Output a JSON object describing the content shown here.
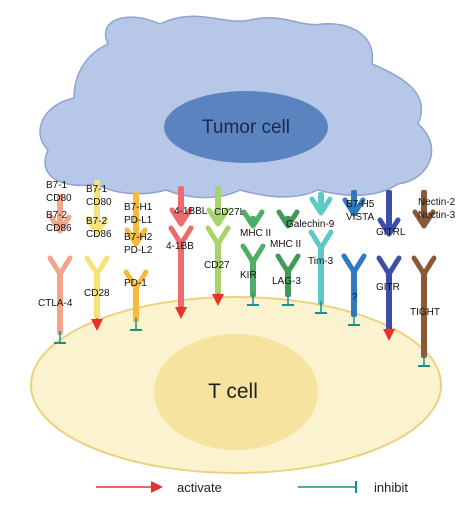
{
  "tumor_label": "Tumor cell",
  "tcell_label": "T cell",
  "legend": {
    "activate": "activate",
    "inhibit": "inhibit",
    "activate_color": "#e8322b",
    "inhibit_color": "#1a8f8a"
  },
  "colors": {
    "tumor_fill": "#b7c7e8",
    "tumor_stroke": "#8fa3cf",
    "nucleus_fill": "#5b83bf",
    "tcell_fill": "#fbf3cf",
    "tcell_stroke": "#ecd27c",
    "tnucleus_fill": "#f6e3a0"
  },
  "pairs": [
    {
      "id": "ctla4",
      "color": "#f2a58a",
      "ligand_labels": [
        "B7-1",
        "CD80",
        "B7-2",
        "CD86"
      ],
      "receptor_label": "CTLA-4",
      "signal": "inhibit"
    },
    {
      "id": "cd28",
      "color": "#f7e27a",
      "ligand_labels": [
        "B7-1",
        "CD80",
        "B7-2",
        "CD86"
      ],
      "receptor_label": "CD28",
      "signal": "activate"
    },
    {
      "id": "pd1",
      "color": "#f5b93c",
      "ligand_labels": [
        "B7-H1",
        "PD-L1",
        "B7-H2",
        "PD-L2"
      ],
      "receptor_label": "PD-1",
      "signal": "inhibit"
    },
    {
      "id": "41bb",
      "color": "#ef6a6a",
      "ligand_labels": [
        "4-1BBL"
      ],
      "receptor_label": "4-1BB",
      "signal": "activate"
    },
    {
      "id": "cd27",
      "color": "#a6d46a",
      "ligand_labels": [
        "CD27L"
      ],
      "receptor_label": "CD27",
      "signal": "activate"
    },
    {
      "id": "kir",
      "color": "#4fae6a",
      "ligand_labels": [
        "MHC II"
      ],
      "receptor_label": "KIR",
      "signal": "inhibit"
    },
    {
      "id": "lag3",
      "color": "#3f9a58",
      "ligand_labels": [
        "MHC II"
      ],
      "receptor_label": "LAG-3",
      "signal": "inhibit"
    },
    {
      "id": "tim3",
      "color": "#5fc9c8",
      "ligand_labels": [
        "Galechin-9"
      ],
      "receptor_label": "Tim-3",
      "signal": "inhibit"
    },
    {
      "id": "vista",
      "color": "#2f78c2",
      "ligand_labels": [
        "B7-H5",
        "VISTA"
      ],
      "receptor_label": "?",
      "signal": "inhibit"
    },
    {
      "id": "gitr",
      "color": "#3b4ea8",
      "ligand_labels": [
        "GITRL"
      ],
      "receptor_label": "GITR",
      "signal": "activate"
    },
    {
      "id": "tight",
      "color": "#8a5a38",
      "ligand_labels": [
        "Nectin-2",
        "Nectin-3"
      ],
      "receptor_label": "TIGHT",
      "signal": "inhibit"
    }
  ]
}
